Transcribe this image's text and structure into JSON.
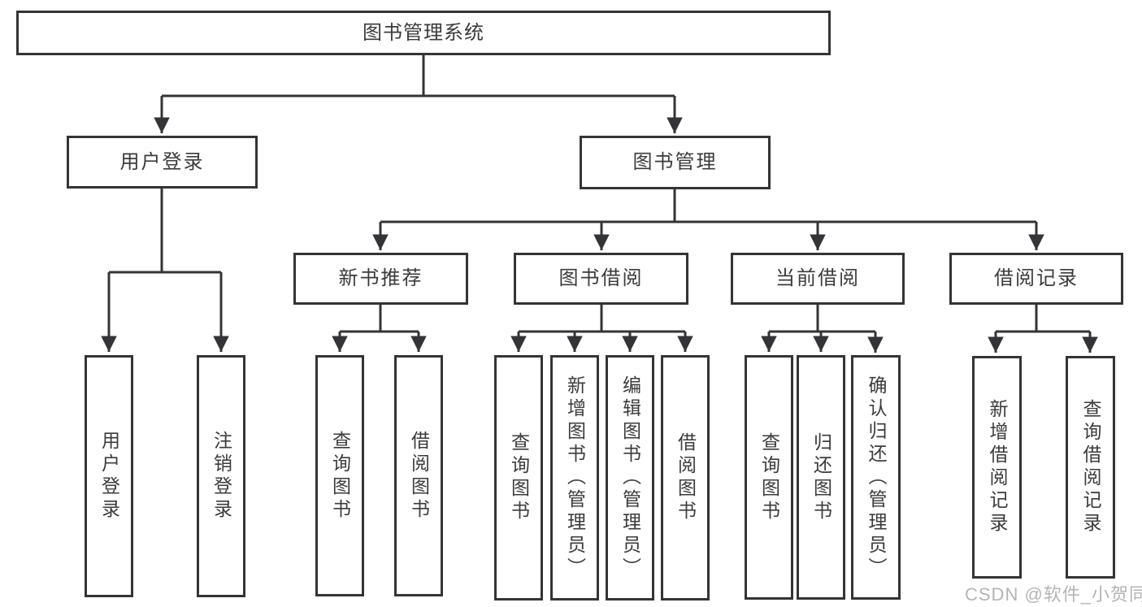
{
  "tree": {
    "label": "图书管理系统",
    "children": [
      {
        "label": "用户登录",
        "children": [
          {
            "label": "用户登录"
          },
          {
            "label": "注销登录"
          }
        ]
      },
      {
        "label": "图书管理",
        "children": [
          {
            "label": "新书推荐",
            "children": [
              {
                "label": "查询图书"
              },
              {
                "label": "借阅图书"
              }
            ]
          },
          {
            "label": "图书借阅",
            "children": [
              {
                "label": "查询图书"
              },
              {
                "label": "新增图书（管理员）"
              },
              {
                "label": "编辑图书（管理员）"
              },
              {
                "label": "借阅图书"
              }
            ]
          },
          {
            "label": "当前借阅",
            "children": [
              {
                "label": "查询图书"
              },
              {
                "label": "归还图书"
              },
              {
                "label": "确认归还（管理员）"
              }
            ]
          },
          {
            "label": "借阅记录",
            "children": [
              {
                "label": "新增借阅记录"
              },
              {
                "label": "查询借阅记录"
              }
            ]
          }
        ]
      }
    ]
  },
  "watermark": "CSDN @软件_小贺同学",
  "colors": {
    "line": "#343436",
    "text": "#3b3b3d",
    "watermark": "#b4b4b4",
    "background": "#ffffff"
  }
}
